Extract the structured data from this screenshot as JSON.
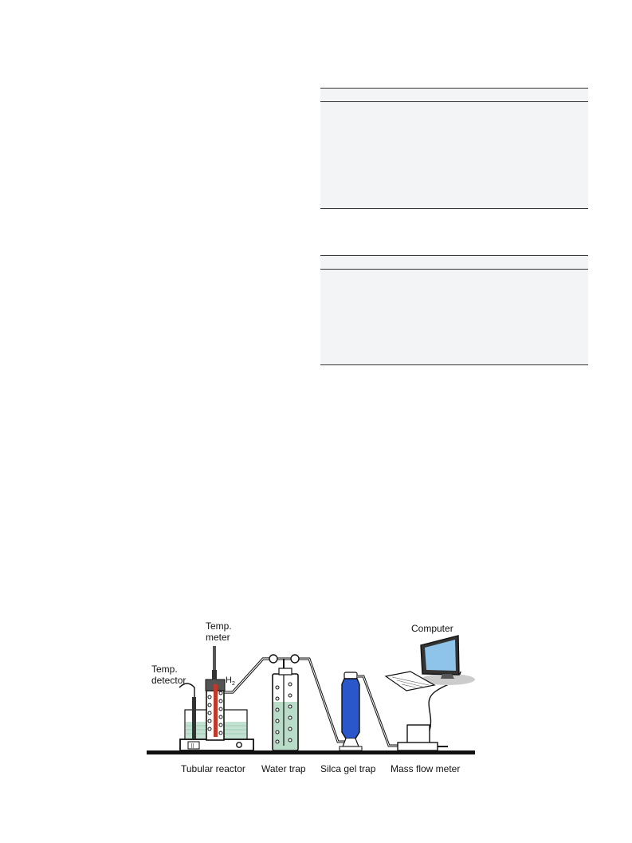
{
  "diagram": {
    "labels": {
      "temp_meter_line1": "Temp.",
      "temp_meter_line2": "meter",
      "temp_detector_line1": "Temp.",
      "temp_detector_line2": "detector",
      "h2": "H",
      "h2_sub": "2",
      "computer": "Computer",
      "tubular_reactor": "Tubular reactor",
      "water_trap": "Water trap",
      "silica_gel_trap": "Silca gel trap",
      "mass_flow_meter": "Mass flow meter"
    },
    "colors": {
      "water": "#b9dcc8",
      "silica_gel": "#2a57c9",
      "reactor_core": "#c0392b",
      "screen": "#8ec3ea",
      "base_line": "#111111"
    }
  }
}
